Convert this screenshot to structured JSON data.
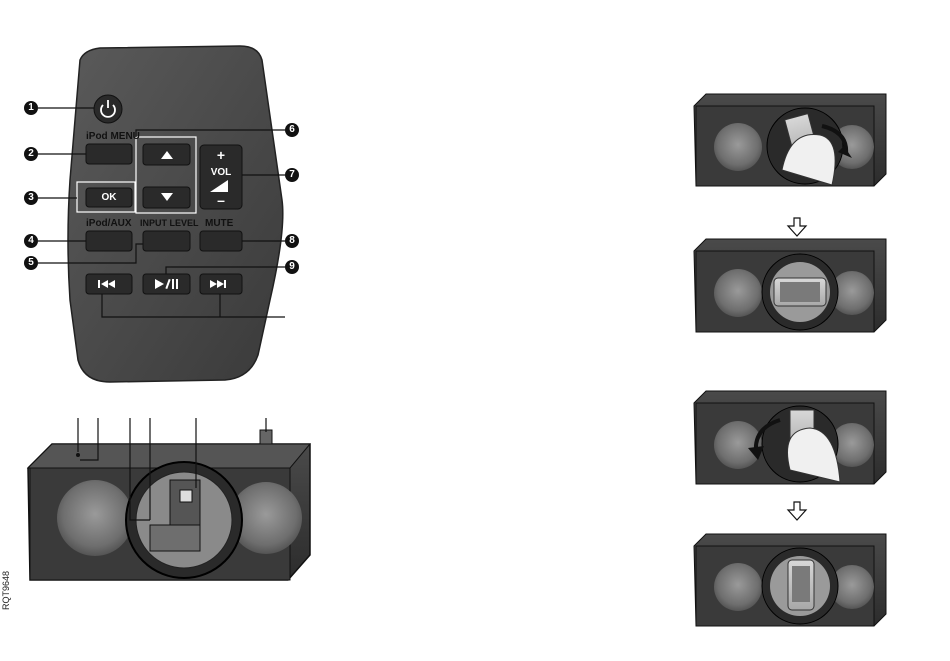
{
  "remote": {
    "buttons": {
      "ipod_menu": "iPod MENU",
      "ok": "OK",
      "ipod_aux": "iPod/AUX",
      "input_level": "INPUT LEVEL",
      "mute": "MUTE",
      "vol_plus": "+",
      "vol": "VOL",
      "vol_minus": "–"
    },
    "callouts": [
      "1",
      "2",
      "3",
      "4",
      "5",
      "6",
      "7",
      "8",
      "9"
    ]
  },
  "doc_code": "RQT9648",
  "colors": {
    "remote_body": "#4a4a4a",
    "button": "#2a2a2a",
    "speaker_body": "#3a3a3a",
    "callout": "#111111"
  },
  "icons": [
    "power-icon",
    "up-arrow-icon",
    "down-arrow-icon",
    "prev-track-icon",
    "play-pause-icon",
    "next-track-icon",
    "down-outline-arrow-icon"
  ]
}
